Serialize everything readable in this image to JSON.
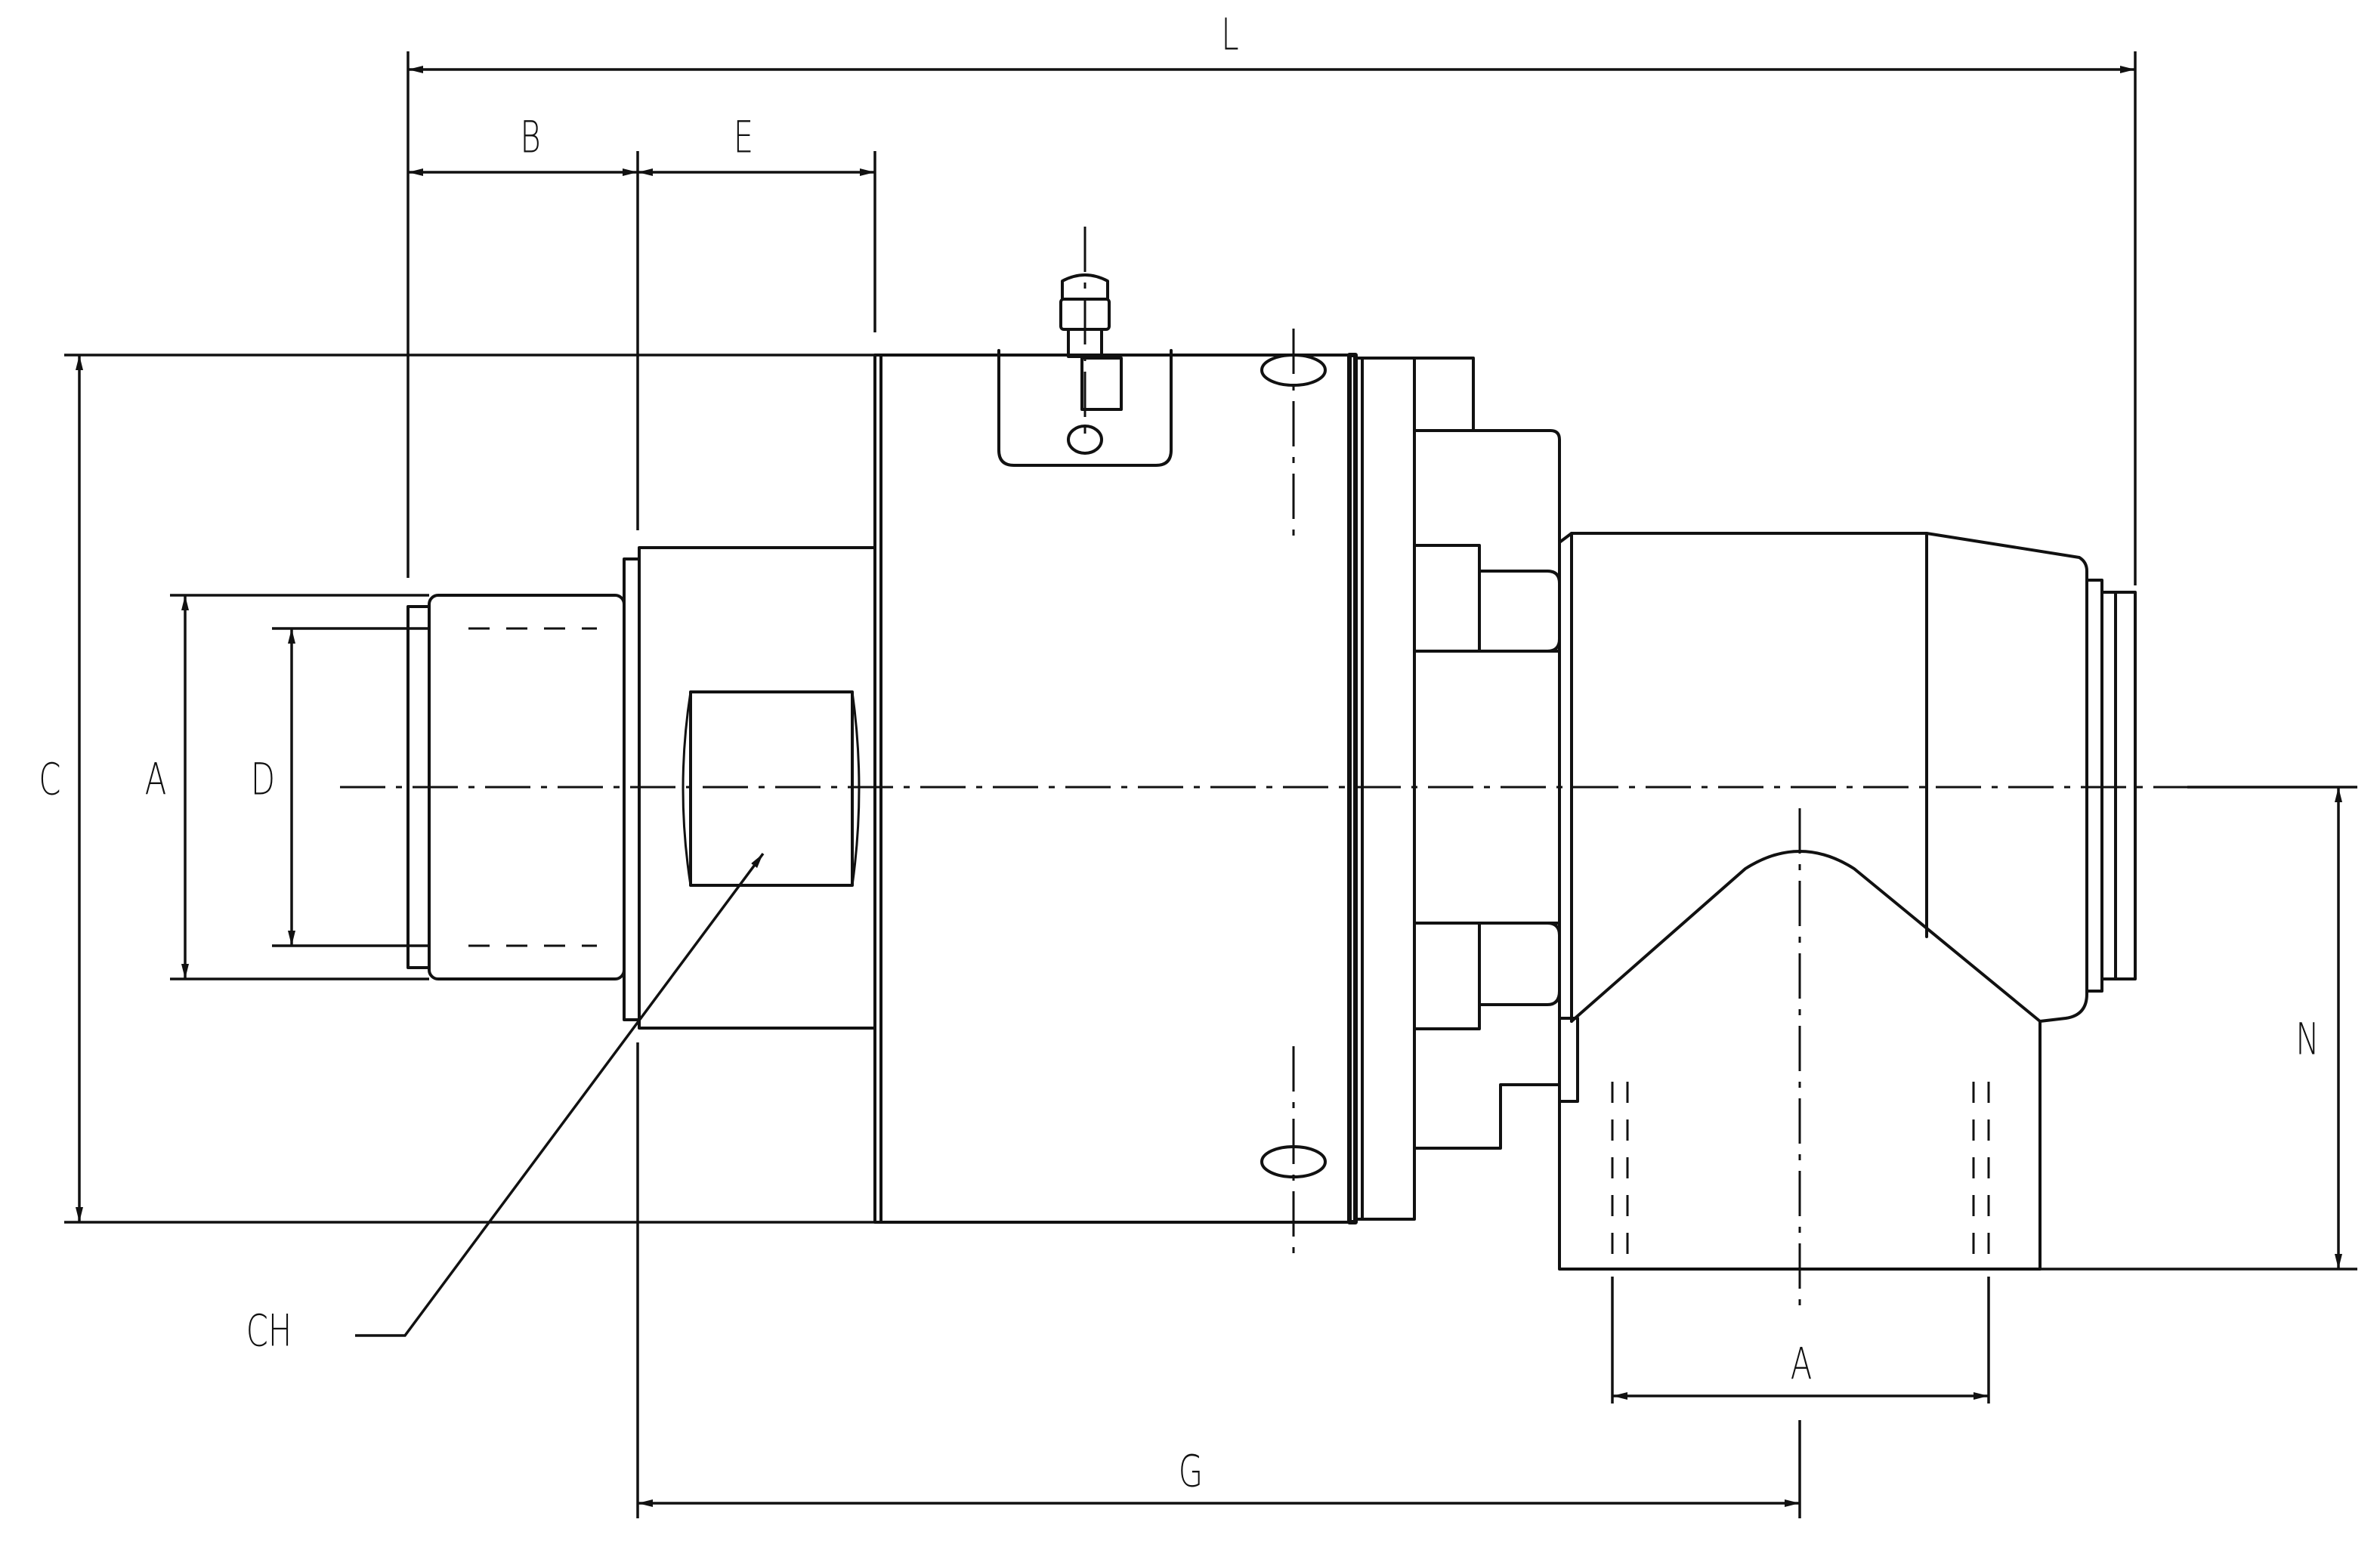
{
  "drawing": {
    "labels": {
      "L": "L",
      "B": "B",
      "E": "E",
      "C": "C",
      "A_left": "A",
      "D": "D",
      "N": "N",
      "A_bottom": "A",
      "G": "G",
      "CH": "CH"
    }
  }
}
